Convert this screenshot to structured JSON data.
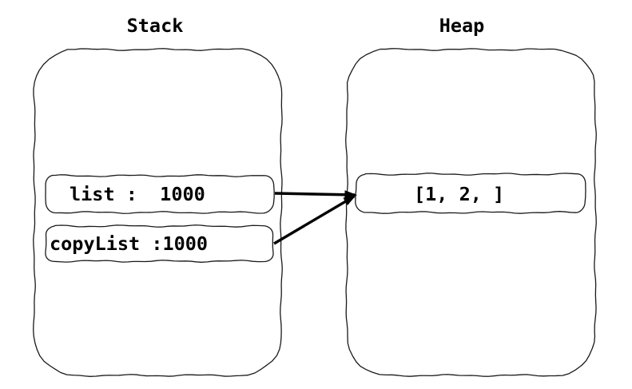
{
  "colors": {
    "background": "#ffffff",
    "stroke": "#1a1a1a",
    "arrow": "#000000",
    "text": "#000000"
  },
  "stack": {
    "title": "Stack",
    "frames": [
      {
        "label": "list :  1000",
        "name": "list",
        "value": "1000"
      },
      {
        "label": "copyList :1000",
        "name": "copyList",
        "value": "1000"
      }
    ]
  },
  "heap": {
    "title": "Heap",
    "objects": [
      {
        "label": "[1, 2, ]"
      }
    ]
  },
  "arrows": [
    {
      "from": "list",
      "to": "heap-object"
    },
    {
      "from": "copyList",
      "to": "heap-object"
    }
  ]
}
